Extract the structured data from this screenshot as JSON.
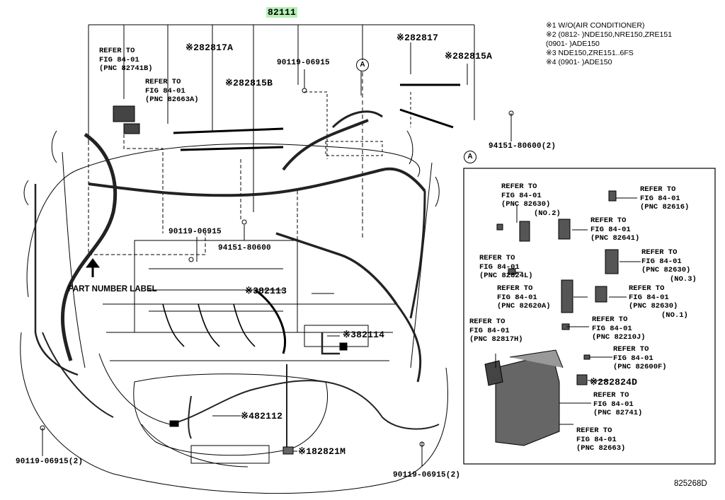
{
  "main_part": "82111",
  "figure_code": "825268D",
  "notes": [
    "※1 W/O(AIR CONDITIONER)",
    "※2 (0812-      )NDE150,NRE150,ZRE151",
    "      (0901-      )ADE150",
    "※3 NDE150,ZRE151..6FS",
    "※4 (0901-      )ADE150"
  ],
  "callouts": {
    "p2817A": "※282817A",
    "p2815B": "※282815B",
    "p2817": "※282817",
    "p2815A": "※282815A",
    "bolt_top": "90119-06915",
    "clip_right": "94151-80600(2)",
    "bolt_mid": "90119-06915",
    "clip_mid": "94151-80600",
    "p2113": "※382113",
    "p2114": "※382114",
    "p2112": "※482112",
    "p2821M": "※182821M",
    "bolt_left": "90119-06915(2)",
    "bolt_right": "90119-06915(2)",
    "label": "PART NUMBER LABEL",
    "circle_a": "A",
    "panel_a": "A"
  },
  "refs": {
    "r82741B": [
      "REFER TO",
      "FIG 84-01",
      "(PNC 82741B)"
    ],
    "r82663A": [
      "REFER TO",
      "FIG 84-01",
      "(PNC 82663A)"
    ],
    "r82630a": [
      "REFER TO",
      "FIG 84-01",
      "(PNC 82630)",
      "(NO.2)"
    ],
    "r82616": [
      "REFER TO",
      "FIG 84-01",
      "(PNC 82616)"
    ],
    "r82641": [
      "REFER TO",
      "FIG 84-01",
      "(PNC 82641)"
    ],
    "r82824L": [
      "REFER TO",
      "FIG 84-01",
      "(PNC 82824L)"
    ],
    "r82630b": [
      "REFER TO",
      "FIG 84-01",
      "(PNC 82630)",
      "(NO.3)"
    ],
    "r82620A": [
      "REFER TO",
      "FIG 84-01",
      "(PNC 82620A)"
    ],
    "r82630c": [
      "REFER TO",
      "FIG 84-01",
      "(PNC 82630)",
      "(NO.1)"
    ],
    "r82210J": [
      "REFER TO",
      "FIG 84-01",
      "(PNC 82210J)"
    ],
    "r82817H": [
      "REFER TO",
      "FIG 84-01",
      "(PNC 82817H)"
    ],
    "r82600F": [
      "REFER TO",
      "FIG 84-01",
      "(PNC 82600F)"
    ],
    "r2824D": [
      "※282824D"
    ],
    "r82741": [
      "REFER TO",
      "FIG 84-01",
      "(PNC 82741)"
    ],
    "r82663": [
      "REFER TO",
      "FIG 84-01",
      "(PNC 82663)"
    ]
  }
}
